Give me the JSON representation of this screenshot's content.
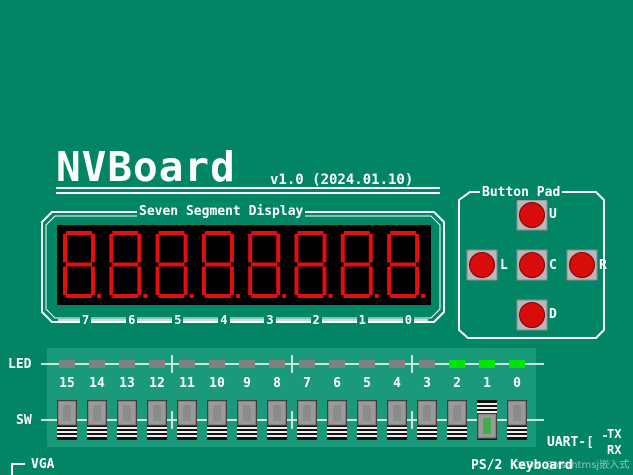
{
  "title": "NVBoard",
  "version": "v1.0 (2024.01.10)",
  "seven_segment": {
    "label": "Seven Segment Display",
    "digit_labels": [
      "7",
      "6",
      "5",
      "4",
      "3",
      "2",
      "1",
      "0"
    ]
  },
  "button_pad": {
    "label": "Button Pad",
    "buttons": [
      {
        "id": "up",
        "label": "U"
      },
      {
        "id": "left",
        "label": "L"
      },
      {
        "id": "center",
        "label": "C"
      },
      {
        "id": "right",
        "label": "R"
      },
      {
        "id": "down",
        "label": "D"
      }
    ]
  },
  "led": {
    "label": "LED",
    "numbers": [
      "15",
      "14",
      "13",
      "12",
      "11",
      "10",
      "9",
      "8",
      "7",
      "6",
      "5",
      "4",
      "3",
      "2",
      "1",
      "0"
    ],
    "states": [
      0,
      0,
      0,
      0,
      0,
      0,
      0,
      0,
      0,
      0,
      0,
      0,
      0,
      1,
      1,
      1
    ],
    "on_color": "#00e600",
    "off_color": "#808080"
  },
  "switches": {
    "label": "SW",
    "states": [
      0,
      0,
      0,
      0,
      0,
      0,
      0,
      0,
      0,
      0,
      0,
      0,
      0,
      0,
      1,
      0
    ]
  },
  "uart": {
    "label": "UART-[",
    "tx": "TX",
    "rx": "RX"
  },
  "vga": {
    "label": "VGA"
  },
  "ps2": {
    "label": "PS/2 Keyboard"
  },
  "watermark": "CSDN @Ysshtmsj嵌入式"
}
